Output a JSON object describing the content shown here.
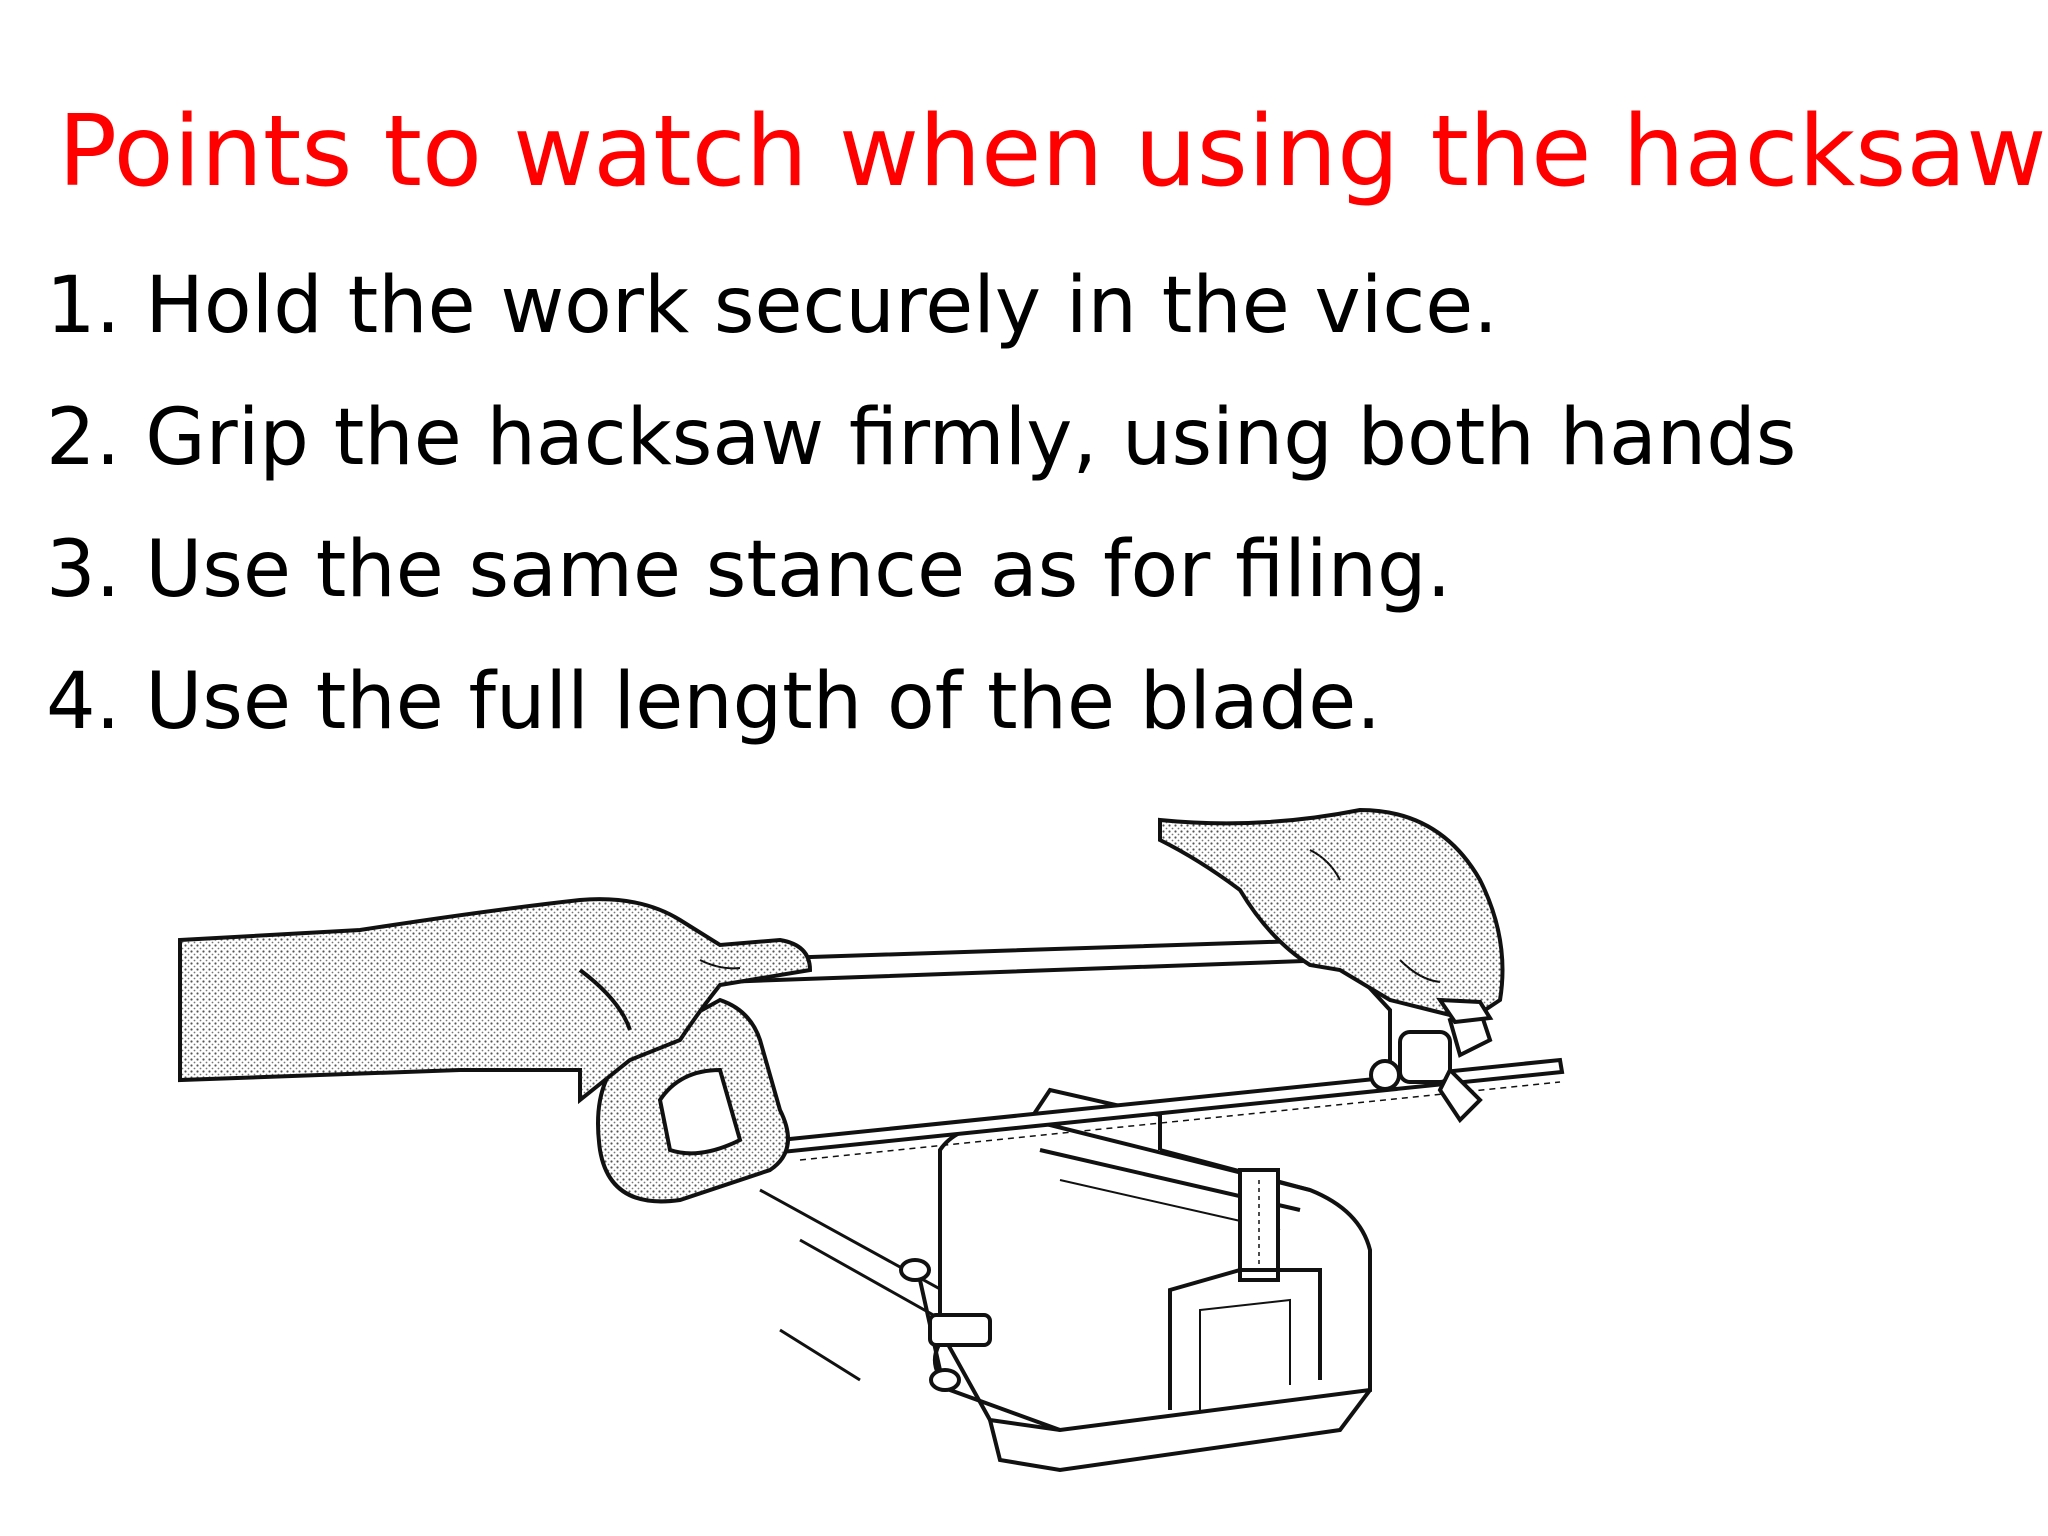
{
  "slide": {
    "title": "Points to watch when using the hacksaw",
    "points": [
      "1. Hold the work securely in the vice.",
      "2. Grip the hacksaw firmly, using both hands",
      "3. Use the same stance as for filing.",
      "4. Use the full length of the blade."
    ],
    "colors": {
      "title": "#ff0000",
      "text": "#000000",
      "background": "#ffffff"
    }
  }
}
